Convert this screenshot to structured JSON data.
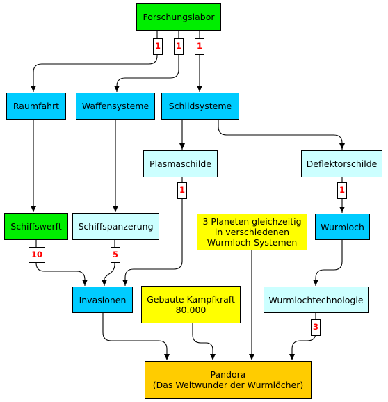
{
  "colors": {
    "green": "#00ee00",
    "blue": "#00ccff",
    "lightcyan": "#ccffff",
    "yellow": "#ffff00",
    "orange": "#ffcc00",
    "badge_text": "#ff0000"
  },
  "nodes": {
    "forschungslabor": "Forschungslabor",
    "raumfahrt": "Raumfahrt",
    "waffensysteme": "Waffensysteme",
    "schildsysteme": "Schildsysteme",
    "plasmaschilde": "Plasmaschilde",
    "deflektorschilde": "Deflektorschilde",
    "schiffswerft": "Schiffswerft",
    "schiffspanzerung": "Schiffspanzerung",
    "drei_planeten": "3 Planeten gleichzeitig\nin verschiedenen\nWurmloch-Systemen",
    "wurmloch": "Wurmloch",
    "invasionen": "Invasionen",
    "gebaute_kampfkraft": "Gebaute Kampfkraft\n80.000",
    "wurmlochtechnologie": "Wurmlochtechnologie",
    "pandora": "Pandora\n(Das Weltwunder der Wurmlöcher)"
  },
  "badges": {
    "labor_raumfahrt": "1",
    "labor_waffensysteme": "1",
    "labor_schildsysteme": "1",
    "plasmaschilde_invasionen": "1",
    "deflektorschilde_wurmloch": "1",
    "schiffswerft_invasionen": "10",
    "schiffspanzerung_invasionen": "5",
    "wurmlochtechnologie_pandora": "3"
  }
}
